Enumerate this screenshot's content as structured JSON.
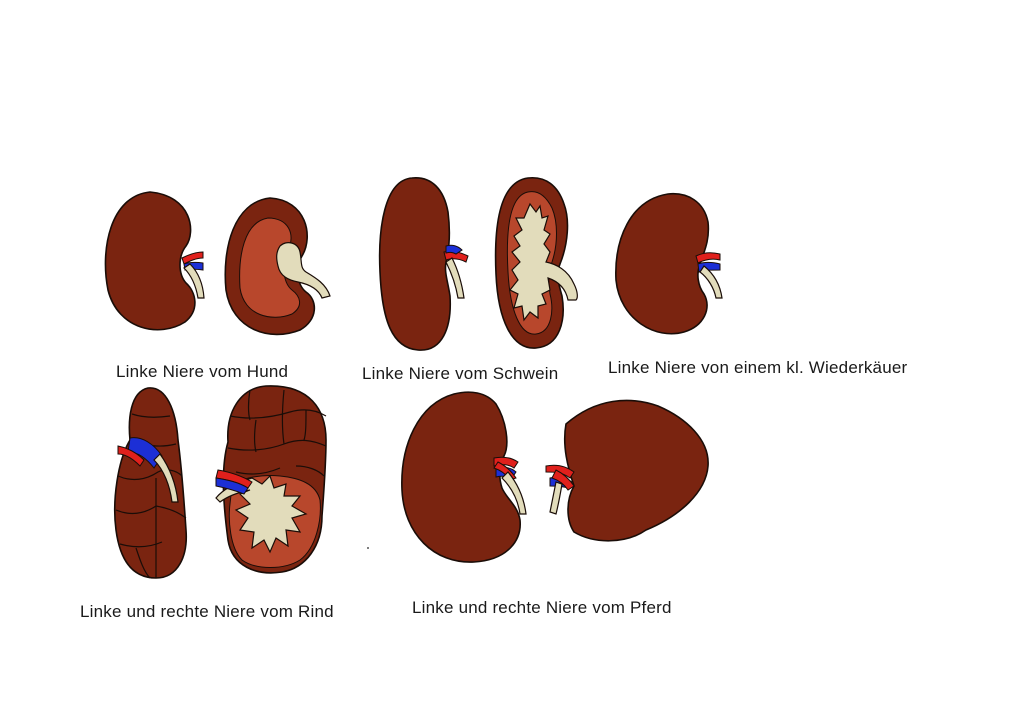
{
  "labels": {
    "hund": "Linke Niere vom Hund",
    "schwein": "Linke Niere vom Schwein",
    "wiederkaeuer": "Linke Niere von einem kl. Wiederkäuer",
    "rind": "Linke und rechte Niere vom Rind",
    "pferd": "Linke und rechte Niere vom Pferd"
  },
  "colors": {
    "kidney": "#7a2410",
    "cortex_cut": "#b8472c",
    "pelvis": "#e2dcbb",
    "artery": "#e0201c",
    "vein": "#1c2fd6",
    "outline": "#1a0d08"
  }
}
